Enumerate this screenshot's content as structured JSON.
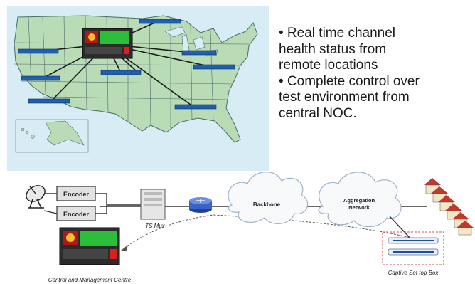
{
  "bullets": [
    "• Real time channel health status from remote locations",
    "• Complete control over test environment from central NOC."
  ],
  "bullets_lines": [
    [
      "• Real time channel",
      "health status from",
      "remote locations"
    ],
    [
      "• Complete control over",
      "test environment from",
      "central NOC."
    ]
  ],
  "network": {
    "encoder_1": "Encoder",
    "encoder_2": "Encoder",
    "ts_mux": "TS Mux",
    "backbone": "Backbone",
    "aggregation_line1": "Aggregation",
    "aggregation_line2": "Network",
    "control_centre": "Control and Management Centre",
    "set_top_box": "Captive Set top Box"
  },
  "colors": {
    "map_water": "#d7ecf4",
    "map_land": "#b9dcb6",
    "map_border": "#4c6b6b",
    "bar_blue": "#1f5fae",
    "monitor_green": "#2cbd3a",
    "monitor_red": "#d82020",
    "cloud": "#f7f9fb",
    "router_blue": "#3a63c7",
    "dashed_red": "#e04a4a",
    "house_red": "#c0392b"
  }
}
